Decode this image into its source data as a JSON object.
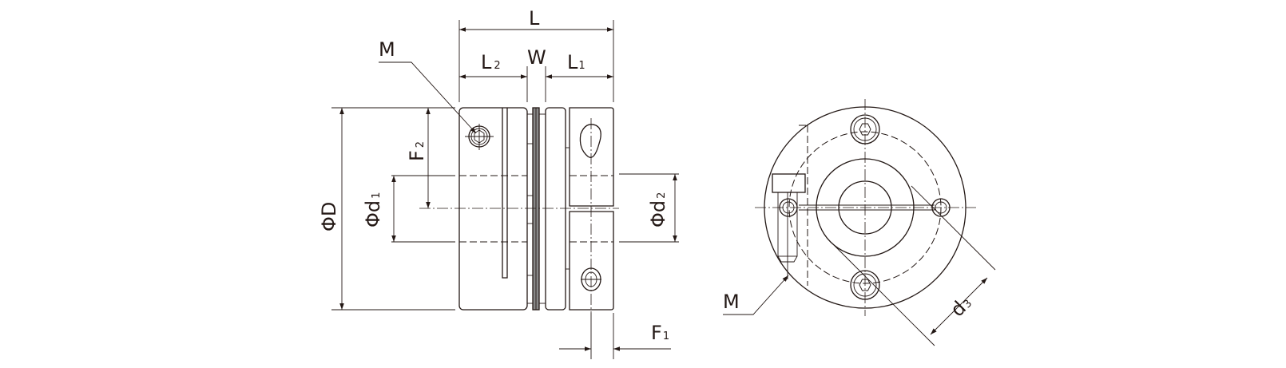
{
  "drawing": {
    "title": "Disc coupling dimension drawing",
    "front_view": {
      "labels": {
        "L": "L",
        "L2_main": "L",
        "L2_sub": "2",
        "W": "W",
        "L1_main": "L",
        "L1_sub": "1",
        "M": "M",
        "F2_main": "F",
        "F2_sub": "2",
        "D": "ΦD",
        "d1_main": "Φd",
        "d1_sub": "1",
        "d2_main": "Φd",
        "d2_sub": "2",
        "F1_main": "F",
        "F1_sub": "1"
      }
    },
    "side_view": {
      "labels": {
        "M": "M",
        "d3_main": "d",
        "d3_sub": "3"
      }
    },
    "line_color": "#231815"
  }
}
